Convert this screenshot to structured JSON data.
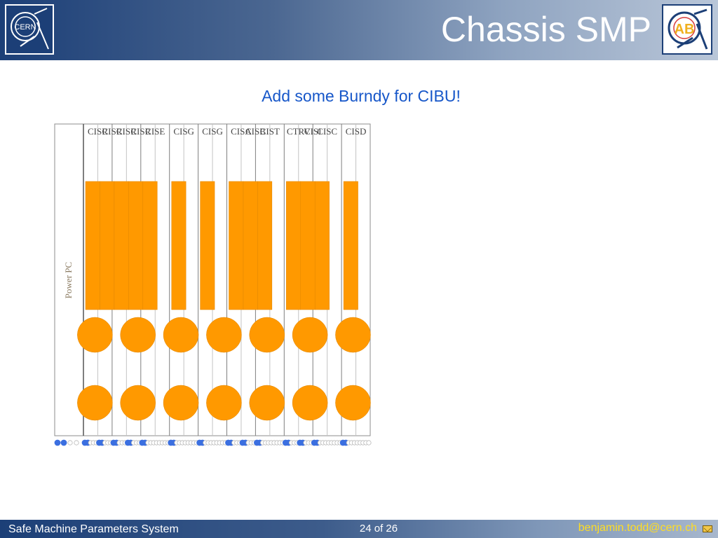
{
  "header": {
    "title": "Chassis SMP"
  },
  "subtitle": "Add some Burndy for CIBU!",
  "logos": {
    "left": "CERN",
    "right": "AB"
  },
  "chassis": {
    "power_label": "Power PC",
    "slots": [
      {
        "label": "CISR",
        "bar": true
      },
      {
        "label": "CISR",
        "bar": true
      },
      {
        "label": "CISR",
        "bar": true
      },
      {
        "label": "CISR",
        "bar": true
      },
      {
        "label": "CISE",
        "bar": true
      },
      {
        "label": "",
        "bar": false
      },
      {
        "label": "CISG",
        "bar": true
      },
      {
        "label": "",
        "bar": false
      },
      {
        "label": "CISG",
        "bar": true
      },
      {
        "label": "",
        "bar": false
      },
      {
        "label": "CISA",
        "bar": true
      },
      {
        "label": "CISB",
        "bar": true
      },
      {
        "label": "CIST",
        "bar": true
      },
      {
        "label": "",
        "bar": false
      },
      {
        "label": "CTRV",
        "bar": true
      },
      {
        "label": "CISI",
        "bar": true
      },
      {
        "label": "CISC",
        "bar": true
      },
      {
        "label": "",
        "bar": false
      },
      {
        "label": "CISD",
        "bar": true
      },
      {
        "label": "",
        "bar": false
      }
    ],
    "connector_count": 7
  },
  "footer": {
    "left": "Safe Machine Parameters System",
    "page": "24 of 26",
    "email": "benjamin.todd@cern.ch"
  },
  "colors": {
    "orange": "#ff9900",
    "dot_filled": "#3b6fe0",
    "header_dark": "#1c3f77",
    "subtitle": "#1757c9"
  }
}
